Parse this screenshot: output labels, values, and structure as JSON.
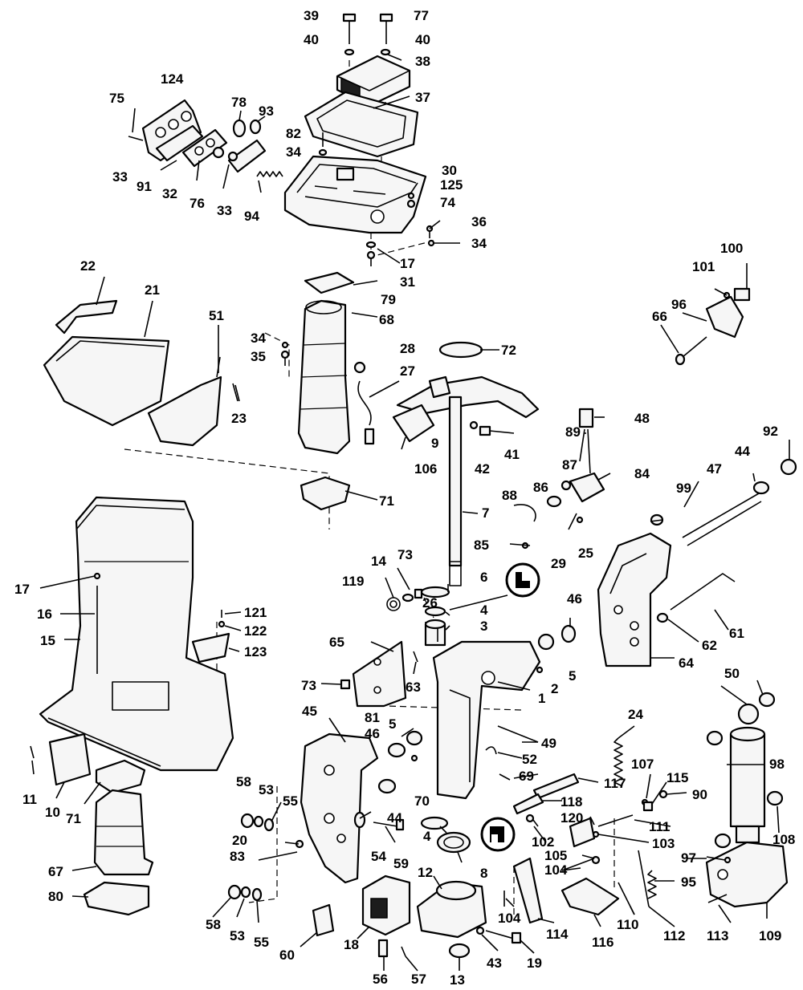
{
  "callouts": {
    "c39": "39",
    "c77": "77",
    "c40a": "40",
    "c40b": "40",
    "c38": "38",
    "c37": "37",
    "c124": "124",
    "c75": "75",
    "c78": "78",
    "c93": "93",
    "c82": "82",
    "c34a": "34",
    "c30": "30",
    "c125": "125",
    "c74": "74",
    "c36": "36",
    "c34b": "34",
    "c33a": "33",
    "c91": "91",
    "c32": "32",
    "c76": "76",
    "c33b": "33",
    "c94": "94",
    "c17a": "17",
    "c31": "31",
    "c79": "79",
    "c100": "100",
    "c101": "101",
    "c96": "96",
    "c66": "66",
    "c22": "22",
    "c21": "21",
    "c51": "51",
    "c23": "23",
    "c68": "68",
    "c34c": "34",
    "c35": "35",
    "c28": "28",
    "c27": "27",
    "c72": "72",
    "c9": "9",
    "c106": "106",
    "c42": "42",
    "c41": "41",
    "c48": "48",
    "c89": "89",
    "c92": "92",
    "c87": "87",
    "c84": "84",
    "c44a": "44",
    "c47": "47",
    "c88": "88",
    "c86": "86",
    "c99": "99",
    "c71a": "71",
    "c7": "7",
    "c85": "85",
    "c29": "29",
    "c25": "25",
    "c17b": "17",
    "c16": "16",
    "c15": "15",
    "c14": "14",
    "c73a": "73",
    "c119": "119",
    "c6": "6",
    "c26": "26",
    "c4a": "4",
    "c3": "3",
    "c46a": "46",
    "c121": "121",
    "c122": "122",
    "c123": "123",
    "c65": "65",
    "c61": "61",
    "c62": "62",
    "c5a": "5",
    "c2": "2",
    "c73b": "73",
    "c63": "63",
    "c1": "1",
    "c64": "64",
    "c50": "50",
    "c45": "45",
    "c81": "81",
    "c5b": "5",
    "c24": "24",
    "c46b": "46",
    "c49": "49",
    "c52": "52",
    "c69": "69",
    "c98": "98",
    "c107": "107",
    "c115": "115",
    "c117": "117",
    "c90": "90",
    "c11": "11",
    "c10": "10",
    "c71b": "71",
    "c58a": "58",
    "c53a": "53",
    "c55a": "55",
    "c70": "70",
    "c44b": "44",
    "c118": "118",
    "c4b": "4",
    "c102": "102",
    "c120": "120",
    "c111": "111",
    "c103": "103",
    "c108": "108",
    "c20": "20",
    "c83": "83",
    "c54": "54",
    "c59": "59",
    "c105": "105",
    "c104a": "104",
    "c97": "97",
    "c67": "67",
    "c12": "12",
    "c8": "8",
    "c95": "95",
    "c80": "80",
    "c58b": "58",
    "c53b": "53",
    "c55b": "55",
    "c104b": "104",
    "c110": "110",
    "c60": "60",
    "c18": "18",
    "c114": "114",
    "c116": "116",
    "c112": "112",
    "c113": "113",
    "c109": "109",
    "c43": "43",
    "c19": "19",
    "c56": "56",
    "c57": "57",
    "c13": "13"
  }
}
